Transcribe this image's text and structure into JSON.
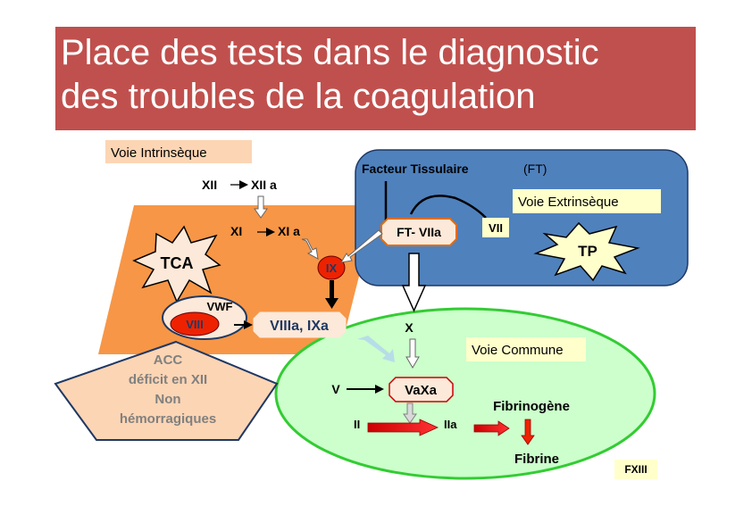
{
  "title": {
    "line1": "Place des tests dans le diagnostic",
    "line2": "des troubles de la coagulation"
  },
  "intrinsic": {
    "label": "Voie Intrinsèque",
    "xii": "XII",
    "xii_a": "XII a",
    "xi": "XI",
    "xi_a": "XI a",
    "tca": "TCA",
    "ix": "IX",
    "vwf": "VWF",
    "viii": "VIII",
    "viiia_ixa": "VIIIa, IXa"
  },
  "extrinsic": {
    "facteur_tissulaire": "Facteur Tissulaire",
    "ft_abbr": "(FT)",
    "label": "Voie Extrinsèque",
    "vii": "VII",
    "ft_viia": "FT-  VIIa",
    "tp": "TP"
  },
  "common": {
    "label": "Voie Commune",
    "x": "X",
    "v": "V",
    "vaxa": "VaXa",
    "ii": "II",
    "iia": "IIa",
    "fibrinogene": "Fibrinogène",
    "fibrine": "Fibrine",
    "fxiii": "FXIII"
  },
  "acc": {
    "line1": "ACC",
    "line2": "déficit en XII",
    "line3": "Non",
    "line4": "hémorragiques"
  },
  "colors": {
    "title_bg": "#c0504d",
    "intrinsic_bg": "#f79646",
    "extrinsic_bg": "#4f81bd",
    "common_bg": "#ccffcc",
    "common_border": "#33cc33",
    "label_yellow": "#ffffcc",
    "label_peach": "#fcd5b4",
    "red_marker": "#ee2200"
  }
}
